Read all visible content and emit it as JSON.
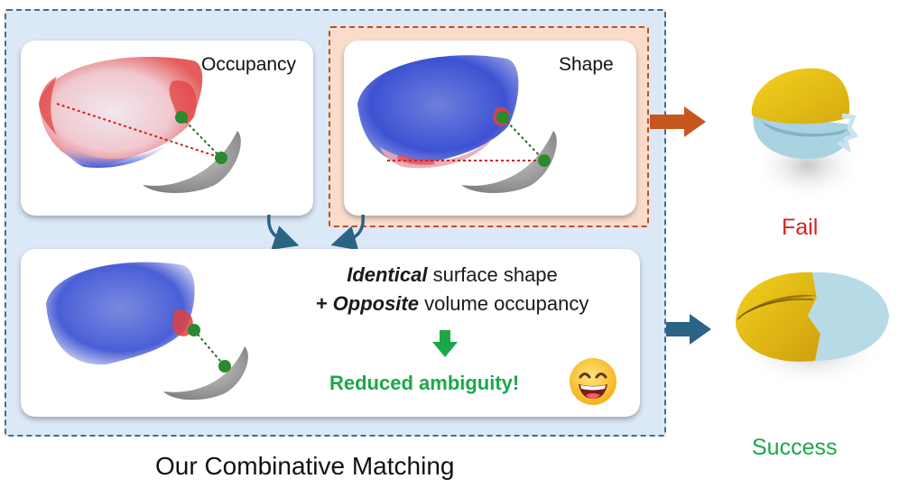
{
  "occupancy_card": {
    "label": "Occupancy"
  },
  "shape_card": {
    "label": "Shape"
  },
  "combined_card": {
    "line1_bold": "Identical",
    "line1_rest": "surface shape",
    "line2_prefix": "+ ",
    "line2_bold": "Opposite",
    "line2_rest": "volume occupancy",
    "result": "Reduced ambiguity!"
  },
  "outcomes": {
    "fail_label": "Fail",
    "success_label": "Success"
  },
  "caption": "Our Combinative Matching",
  "colors": {
    "panel_bg": "#dbe8f6",
    "panel_border": "#3a6f94",
    "shape_frame_bg": "#fbdccb",
    "shape_frame_border": "#b5532a",
    "fail": "#e02020",
    "success": "#1aa84a",
    "arrow_fail": "#c6561e",
    "arrow_success": "#2b6385",
    "hemisphere_yellow": "#e9c21a",
    "hemisphere_blue": "#b7dbe6"
  },
  "icons": {
    "emoji": "grinning-face-icon",
    "down_arrow": "down-arrow-icon"
  }
}
